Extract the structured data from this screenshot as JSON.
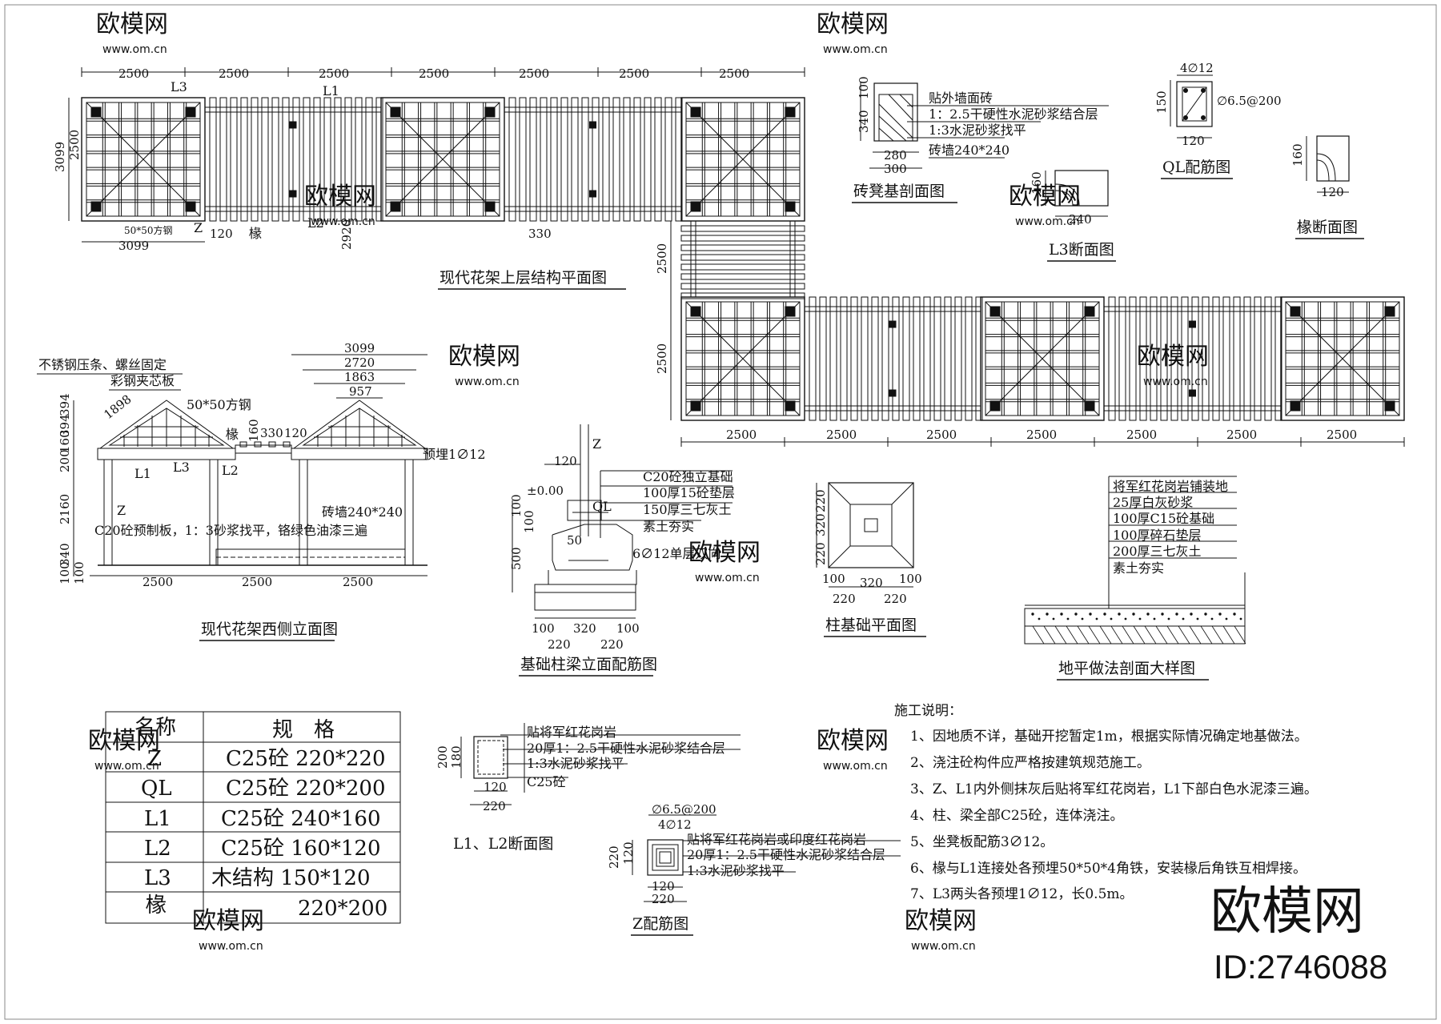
{
  "watermark": {
    "brand": "欧模网",
    "url": "www.om.cn",
    "brand_big": "欧模网",
    "id": "ID:2746088"
  },
  "plan_top": {
    "title": "现代花架上层结构平面图",
    "top_dims": [
      "2500",
      "2500",
      "2500",
      "2500",
      "2500",
      "2500",
      "2500"
    ],
    "left_dims": [
      "3099",
      "2500"
    ],
    "bottom_dims": [
      "3099",
      "120",
      "2920",
      "330"
    ],
    "labels": {
      "L3": "L3",
      "L1": "L1",
      "L2": "L2",
      "Z": "Z",
      "rafter": "椽",
      "steel": "50*50方钢"
    },
    "vertical_dims": [
      "2500",
      "2500"
    ],
    "lower_dims": [
      "2500",
      "2500",
      "2500",
      "2500",
      "2500",
      "2500",
      "2500"
    ]
  },
  "brick_bench": {
    "title": "砖凳基剖面图",
    "dims": [
      "100",
      "340",
      "280",
      "300"
    ],
    "notes": [
      "贴外墙面砖",
      "1：2.5干硬性水泥砂浆结合层",
      "1:3水泥砂浆找平",
      "砖墙240*240"
    ]
  },
  "ql": {
    "title": "QL配筋图",
    "dims": [
      "4∅12",
      "∅6.5@200",
      "150",
      "120"
    ]
  },
  "l3": {
    "title": "L3断面图",
    "dims": [
      "160",
      "240"
    ]
  },
  "rafter_section": {
    "title": "椽断面图",
    "dims": [
      "160",
      "120"
    ]
  },
  "elevation": {
    "title": "现代花架西侧立面图",
    "notes": [
      "不锈钢压条、螺丝固定",
      "彩钢夹芯板",
      "50*50方钢",
      "预埋1∅12",
      "砖墙240*240",
      "C20砼预制板，1：3砂浆找平，铬绿色油漆三遍"
    ],
    "top_dims": [
      "3099",
      "2720",
      "1863",
      "957"
    ],
    "left_dims": [
      "394",
      "394",
      "160",
      "200",
      "2160",
      "340",
      "100",
      "100"
    ],
    "mid_dims": [
      "1898",
      "160",
      "330",
      "120"
    ],
    "labels": {
      "rafter": "椽",
      "L1": "L1",
      "L3": "L3",
      "L2": "L2",
      "Z": "Z"
    },
    "bottom_dims": [
      "2500",
      "2500",
      "2500"
    ]
  },
  "foundation_beam": {
    "title": "基础柱梁立面配筋图",
    "notes": [
      "C20砼独立基础",
      "100厚15砼垫层",
      "150厚三七灰土",
      "素土夯实",
      "6∅12单层双向"
    ],
    "labels": {
      "Z": "Z",
      "QL": "QL",
      "level": "±0.00"
    },
    "dims": [
      "120",
      "100",
      "100",
      "500",
      "50",
      "100",
      "320",
      "100",
      "220",
      "220"
    ]
  },
  "column_foundation": {
    "title": "柱基础平面图",
    "dims": [
      "220",
      "320",
      "220",
      "100",
      "320",
      "100",
      "220",
      "220"
    ]
  },
  "ground": {
    "title": "地平做法剖面大样图",
    "notes": [
      "将军红花岗岩铺装地",
      "25厚白灰砂浆",
      "100厚C15砼基础",
      "100厚碎石垫层",
      "200厚三七灰土",
      "素土夯实"
    ]
  },
  "spec_table": {
    "headers": [
      "名称",
      "规　格"
    ],
    "rows": [
      {
        "name": "Z",
        "spec": "C25砼  220*220"
      },
      {
        "name": "QL",
        "spec": "C25砼  220*200"
      },
      {
        "name": "L1",
        "spec": "C25砼  240*160"
      },
      {
        "name": "L2",
        "spec": "C25砼  160*120"
      },
      {
        "name": "L3",
        "spec": "木结构  150*120"
      },
      {
        "name": "椽",
        "spec": "220*200"
      }
    ]
  },
  "l1l2": {
    "title": "L1、L2断面图",
    "notes": [
      "贴将军红花岗岩",
      "20厚1：2.5干硬性水泥砂浆结合层",
      "1:3水泥砂浆找平",
      "C25砼"
    ],
    "dims": [
      "200",
      "180",
      "120",
      "220"
    ]
  },
  "z_rebar": {
    "title": "Z配筋图",
    "notes": [
      "∅6.5@200",
      "4∅12",
      "贴将军红花岗岩或印度红花岗岩",
      "20厚1：2.5干硬性水泥砂浆结合层",
      "1:3水泥砂浆找平"
    ],
    "dims": [
      "220",
      "120",
      "120",
      "220"
    ]
  },
  "construction_notes": {
    "heading": "施工说明：",
    "items": [
      "1、因地质不详，基础开挖暂定1m，根据实际情况确定地基做法。",
      "2、浇注砼构件应严格按建筑规范施工。",
      "3、Z、L1内外侧抹灰后贴将军红花岗岩，L1下部白色水泥漆三遍。",
      "4、柱、梁全部C25砼，连体浇注。",
      "5、坐凳板配筋3∅12。",
      "6、椽与L1连接处各预埋50*50*4角铁，安装椽后角铁互相焊接。",
      "7、L3两头各预埋1∅12，长0.5m。"
    ]
  }
}
